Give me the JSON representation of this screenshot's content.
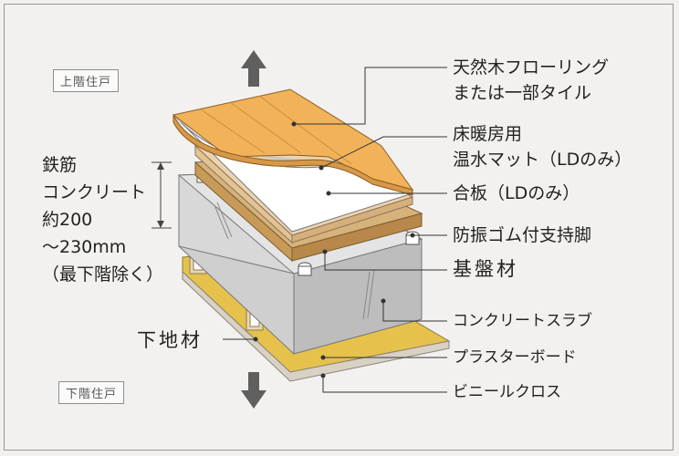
{
  "floors": {
    "upper": "上階住戸",
    "lower": "下階住戸"
  },
  "callouts": {
    "natural_wood_flooring": "天然木フローリング",
    "or_partial_tile": "または一部タイル",
    "floor_heating_line1": "床暖房用",
    "floor_heating_line2": "温水マット（LDのみ）",
    "plywood": "合板（LDのみ）",
    "anti_vibration_legs": "防振ゴム付支持脚",
    "base_material": "基盤材",
    "concrete_slab": "コンクリートスラブ",
    "substrate": "下地材",
    "plasterboard": "プラスターボード",
    "vinyl_cloth": "ビニールクロス"
  },
  "slab_note": {
    "line1": "鉄筋",
    "line2": "コンクリート",
    "line3": "約200",
    "line4": "～230mm",
    "line5": "（最下階除く）"
  },
  "colors": {
    "wood": "#f1b25a",
    "plywood": "#ecd4b0",
    "concrete": "#c8c8c8",
    "plaster": "#e6c24c",
    "arrow": "#5f5f5f"
  }
}
